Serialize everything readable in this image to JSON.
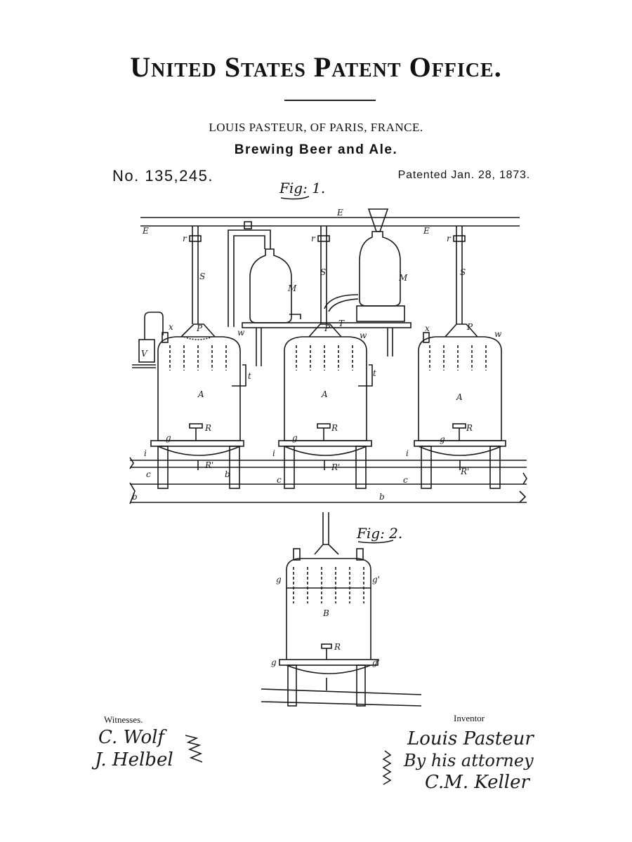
{
  "header": {
    "office_title": "United States Patent Office.",
    "inventor_line": "LOUIS PASTEUR, OF PARIS, FRANCE.",
    "subject": "Brewing Beer and Ale.",
    "patent_number": "No. 135,245.",
    "patent_date": "Patented Jan. 28, 1873."
  },
  "figures": {
    "fig1_label": "Fig: 1.",
    "fig2_label": "Fig: 2."
  },
  "letters": {
    "E": "E",
    "r": "r",
    "S": "S",
    "M": "M",
    "T": "T",
    "P": "P",
    "w": "w",
    "x": "x",
    "t": "t",
    "A": "A",
    "R": "R",
    "g": "g",
    "i": "i",
    "c": "c",
    "b": "b",
    "Rp": "R'",
    "B": "B",
    "g2": "g",
    "g2p": "g'",
    "V": "V"
  },
  "signatures": {
    "witnesses_heading": "Witnesses.",
    "witness_1": "C. Wolf",
    "witness_2": "J. Helbel",
    "inventor_heading": "Inventor",
    "inventor_name": "Louis Pasteur",
    "by_attorney": "By his attorney",
    "attorney_name": "C.M. Keller"
  }
}
